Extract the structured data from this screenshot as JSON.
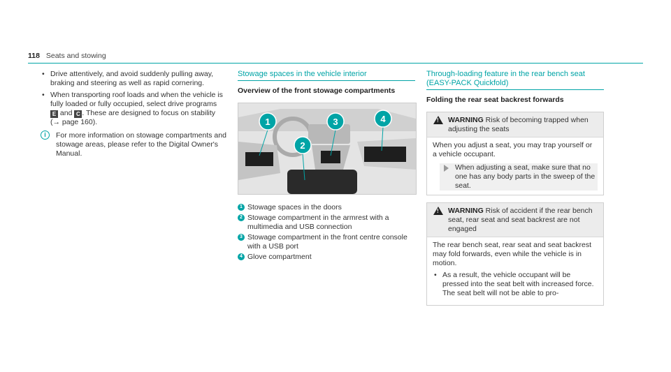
{
  "header": {
    "page_number": "118",
    "section": "Seats and stowing"
  },
  "col1": {
    "bullets": [
      "Drive attentively, and avoid suddenly pulling away, braking and steering as well as rapid cornering.",
      "When transporting roof loads and when the vehicle is fully loaded or fully occupied, select drive programs"
    ],
    "key_e": "E",
    "and_text": "and",
    "key_c": "C",
    "bullet2_tail": ". These are designed to focus on stability (→ page 160).",
    "note": "For more information on stowage compartments and stowage areas, please refer to the Digital Owner's Manual."
  },
  "col2": {
    "title": "Stowage spaces in the vehicle interior",
    "subtitle": "Overview of the front stowage compartments",
    "callouts": [
      "1",
      "2",
      "3",
      "4"
    ],
    "legend": [
      {
        "num": "1",
        "text": "Stowage spaces in the doors"
      },
      {
        "num": "2",
        "text": "Stowage compartment in the armrest with a multimedia and USB connection"
      },
      {
        "num": "3",
        "text": "Stowage compartment in the front centre console with a USB port"
      },
      {
        "num": "4",
        "text": "Glove compartment"
      }
    ]
  },
  "col3": {
    "title": "Through-loading feature in the rear bench seat (EASY-PACK Quickfold)",
    "subtitle": "Folding the rear seat backrest forwards",
    "warning1": {
      "label": "WARNING",
      "head": "Risk of becoming trapped when adjusting the seats",
      "body": "When you adjust a seat, you may trap yourself or a vehicle occupant.",
      "instruction": "When adjusting a seat, make sure that no one has any body parts in the sweep of the seat."
    },
    "warning2": {
      "label": "WARNING",
      "head": "Risk of accident if the rear bench seat, rear seat and seat backrest are not engaged",
      "body": "The rear bench seat, rear seat and seat backrest may fold forwards, even while the vehicle is in motion.",
      "bullet": "As a result, the vehicle occupant will be pressed into the seat belt with increased force. The seat belt will not be able to pro-"
    }
  },
  "colors": {
    "accent": "#00a4a6"
  }
}
